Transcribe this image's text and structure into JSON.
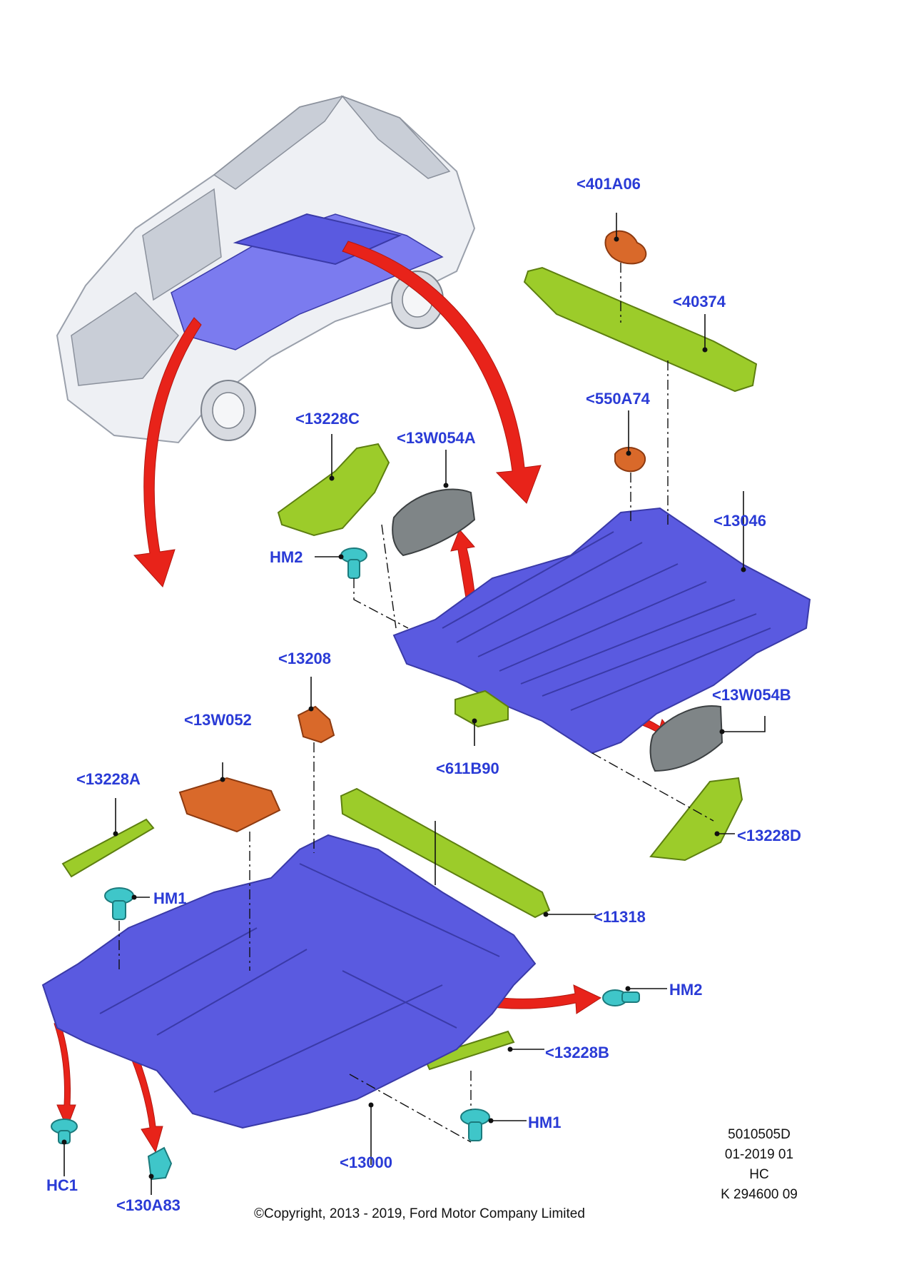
{
  "callouts": {
    "c401A06": "<401A06",
    "c40374": "<40374",
    "c550A74": "<550A74",
    "c13228C": "<13228C",
    "c13W054A": "<13W054A",
    "c13046": "<13046",
    "hm2_top": "HM2",
    "c13208": "<13208",
    "c13W054B": "<13W054B",
    "c13W052": "<13W052",
    "c611B90": "<611B90",
    "c13228A": "<13228A",
    "c13228D": "<13228D",
    "hm1_left": "HM1",
    "c11318": "<11318",
    "hm2_right": "HM2",
    "c13228B": "<13228B",
    "hm1_bottom": "HM1",
    "hc1": "HC1",
    "c130A83": "<130A83",
    "c13000": "<13000"
  },
  "meta": {
    "line1": "5010505D",
    "line2": "01-2019 01",
    "line3": "HC",
    "line4": "K 294600 09"
  },
  "copyright": "©Copyright, 2013 - 2019, Ford Motor Company Limited",
  "colors": {
    "callout_text": "#2a3bd6",
    "arrow": "#e8231a",
    "floor_panel": "#5a5ae0",
    "trim_green": "#9ccc2a",
    "part_orange": "#d9692a",
    "part_gray": "#7f8587",
    "fastener_teal": "#3fc6c9"
  }
}
